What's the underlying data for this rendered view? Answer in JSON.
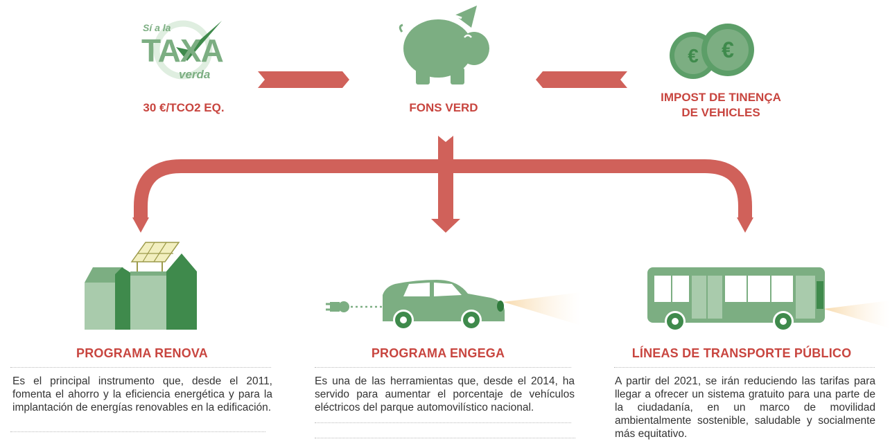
{
  "colors": {
    "green": "#7cae82",
    "dark_green": "#3f8a4c",
    "light_green": "#a9cbac",
    "red": "#d0615a",
    "text": "#333333"
  },
  "logo": {
    "line1": "Sí a la",
    "line2": "TAXA",
    "line3": "verda"
  },
  "sources": [
    {
      "icon": "taxa-verda-logo",
      "label": "30 €/TCO2 EQ."
    },
    {
      "icon": "piggy-bank-icon",
      "label": "FONS VERD"
    },
    {
      "icon": "euro-coins-icon",
      "label_line1": "IMPOST DE TINENÇA",
      "label_line2": "DE VEHICLES"
    }
  ],
  "programs": [
    {
      "icon": "buildings-solar-panel-icon",
      "title": "PROGRAMA RENOVA",
      "description": "Es el principal instrumento que, desde el 2011, fomenta el ahorro y la eficiencia energética y para la implantación de energías renovables en la edificación."
    },
    {
      "icon": "electric-car-icon",
      "title": "PROGRAMA ENGEGA",
      "description": "Es una de las herramientas que, desde el 2014, ha servido para aumentar el porcentaje de vehículos eléctricos del parque automovilístico nacional."
    },
    {
      "icon": "bus-icon",
      "title": "LÍNEAS DE TRANSPORTE PÚBLICO",
      "description": "A partir del 2021, se irán reduciendo las tarifas para llegar a ofrecer un sistema gratuito para una parte de la ciudadanía, en un marco de movilidad ambientalmente sostenible, saludable y socialmente más equitativo."
    }
  ]
}
